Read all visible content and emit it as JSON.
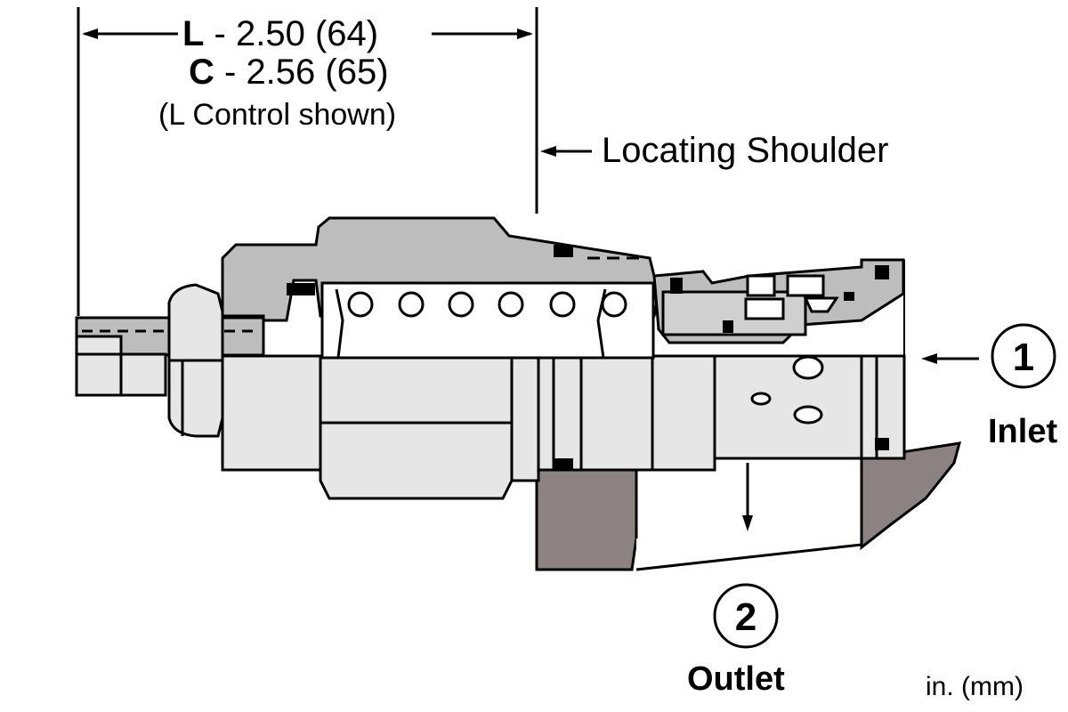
{
  "dimensions": {
    "l_code": "L",
    "l_value": " - 2.50 (64)",
    "c_code": "C",
    "c_value": " - 2.56 (65)",
    "note": "(L Control shown)"
  },
  "callouts": {
    "locating_shoulder": "Locating Shoulder"
  },
  "ports": {
    "inlet_number": "1",
    "inlet_label": "Inlet",
    "outlet_number": "2",
    "outlet_label": "Outlet"
  },
  "units": "in. (mm)",
  "colors": {
    "body_light": "#e6e6e6",
    "body_mid": "#bdbdbd",
    "cavity_dark": "#8c8282",
    "seal": "#000000"
  }
}
